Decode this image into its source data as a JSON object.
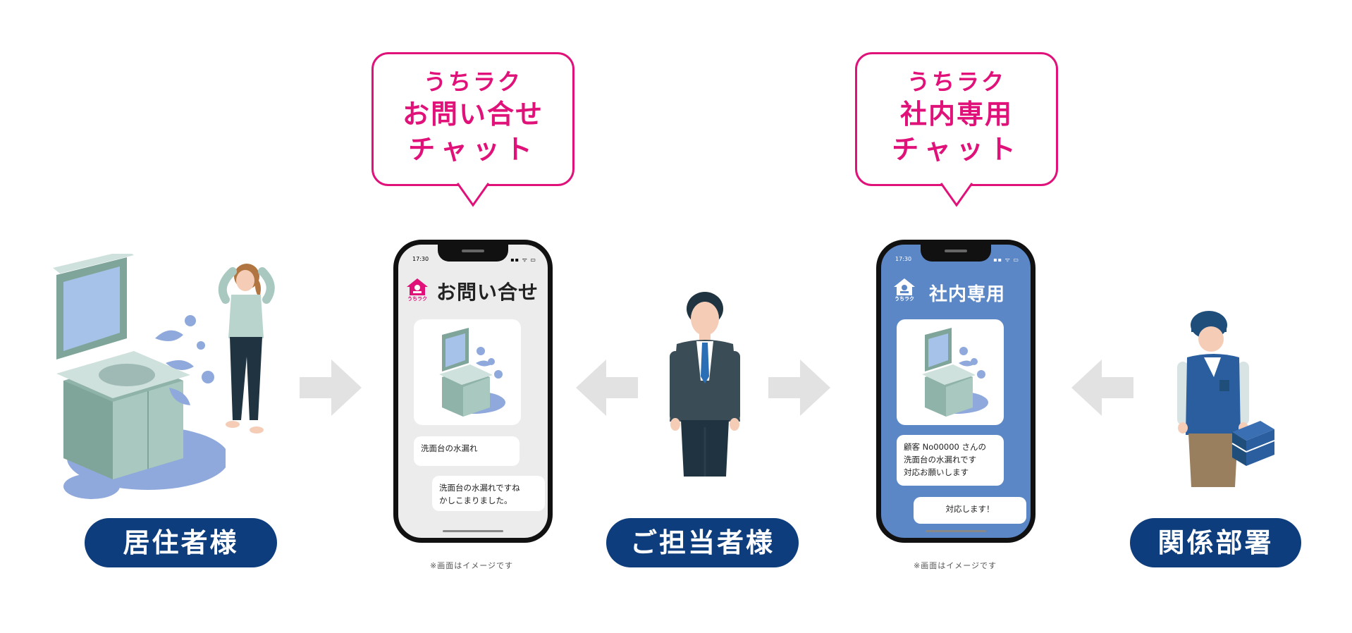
{
  "bubbles": [
    {
      "line1": "うちラク",
      "line2": "お問い合せ",
      "line3": "チャット"
    },
    {
      "line1": "うちラク",
      "line2": "社内専用",
      "line3": "チャット"
    }
  ],
  "roles": {
    "resident": "居住者様",
    "staff": "ご担当者様",
    "department": "関係部署"
  },
  "phone1": {
    "time": "17:30",
    "status_icons": "▪▪ ᯤ ▭",
    "logo_text": "うちラク",
    "title": "お問い合せ",
    "msg_user": "洗面台の水漏れ",
    "msg_reply_line1": "洗面台の水漏れですね",
    "msg_reply_line2": "かしこまりました。"
  },
  "phone2": {
    "time": "17:30",
    "status_icons": "▪▪ ᯤ ▭",
    "logo_text": "うちラク",
    "title": "社内専用",
    "msg_request_line1": "顧客 No00000 さんの",
    "msg_request_line2": "洗面台の水漏れです",
    "msg_request_line3": "対応お願いします",
    "msg_reply": "対応します！"
  },
  "notes": {
    "image_note": "※画面はイメージです"
  },
  "colors": {
    "accent_pink": "#e0127a",
    "navy": "#0d3d7c",
    "phone1_bg": "#ececec",
    "phone2_bg": "#5b87c6",
    "arrow_gray": "#e2e2e2",
    "water_blue": "#8fa9dc"
  }
}
